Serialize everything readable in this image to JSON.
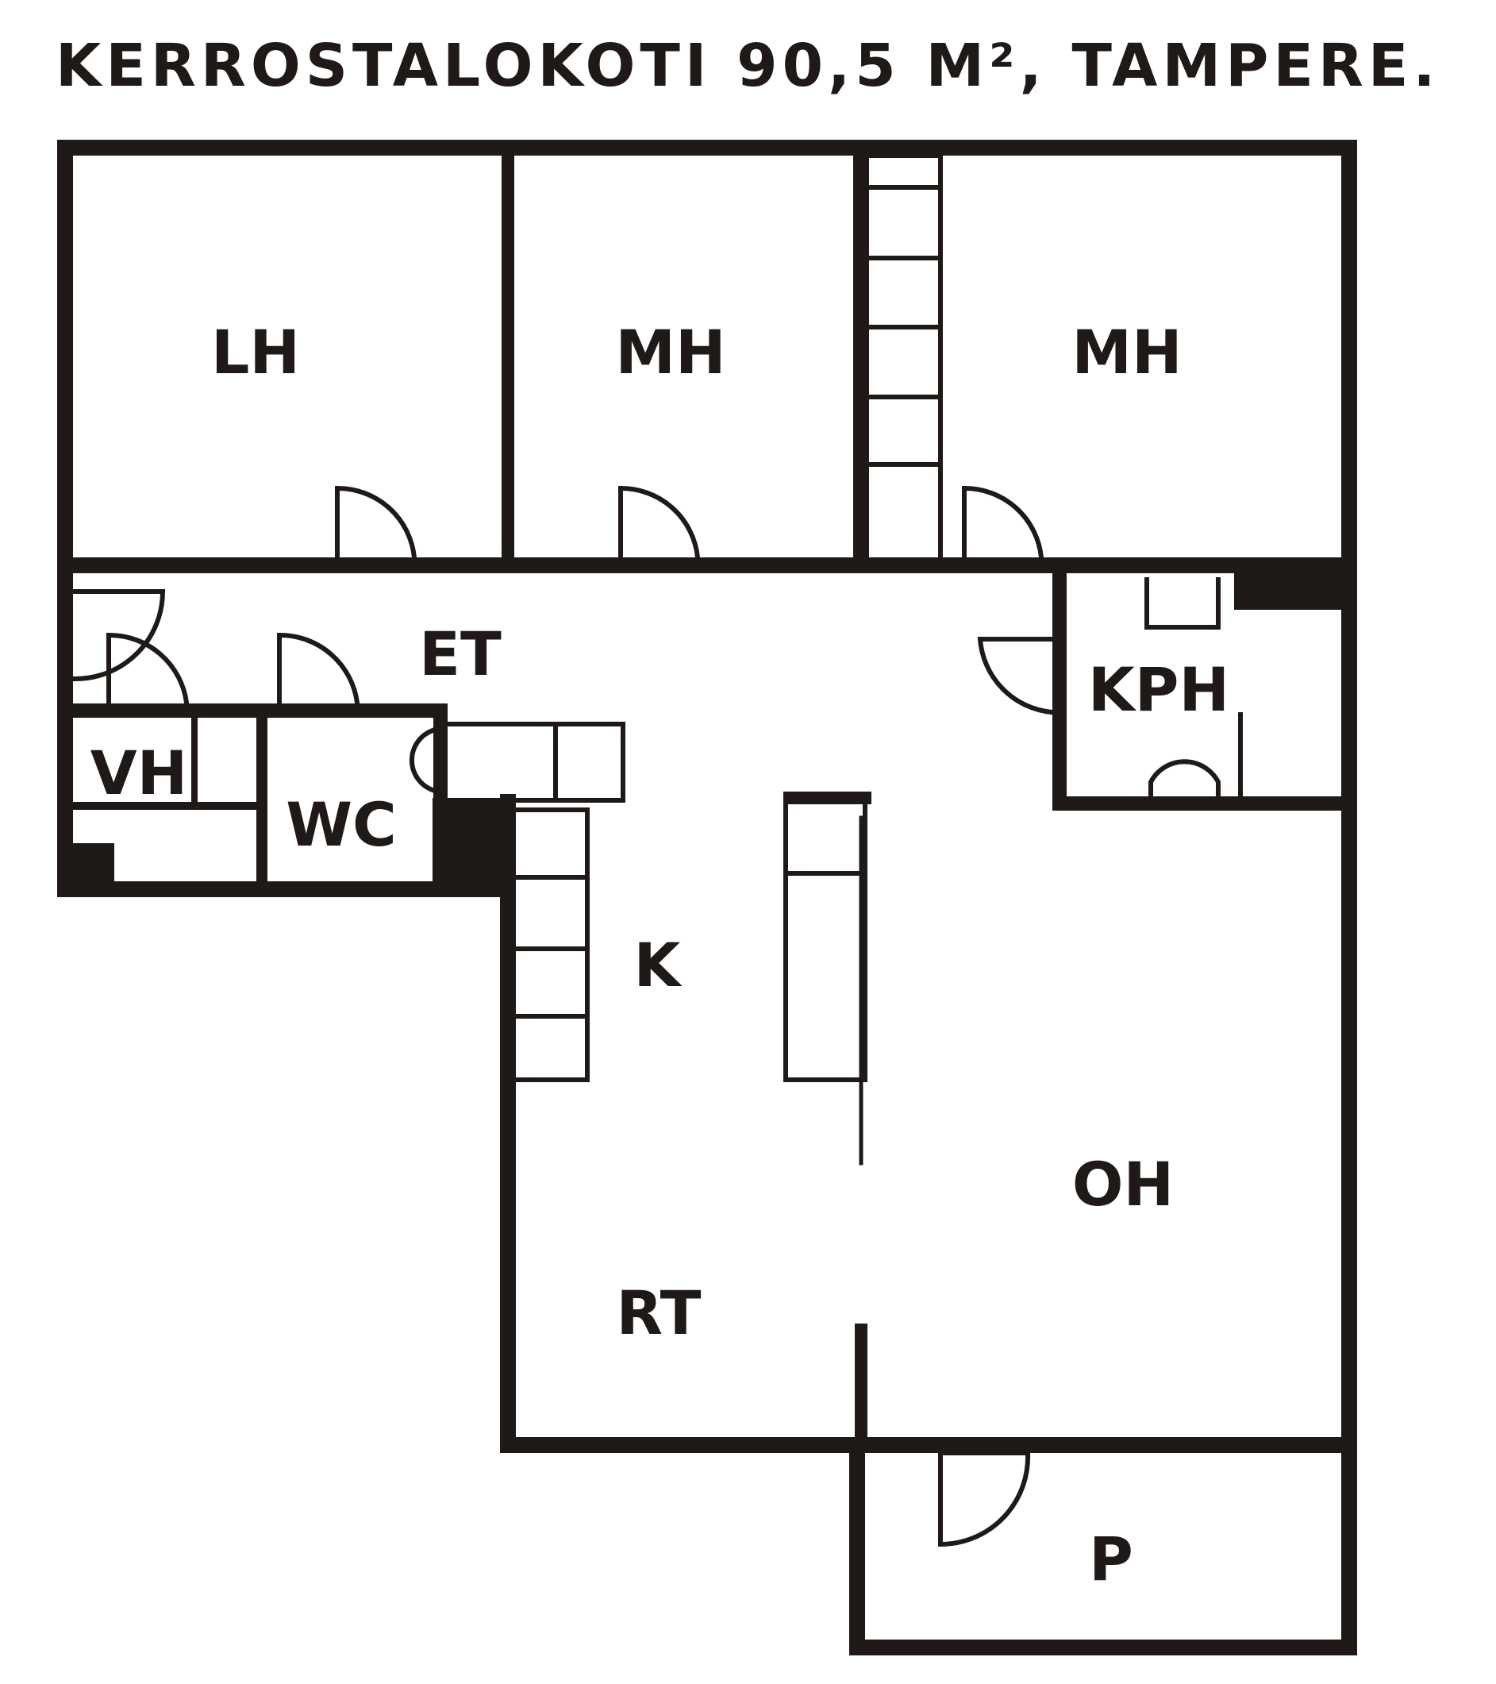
{
  "title": "KERROSTALOKOTI 90,5 M², TAMPERE.",
  "colors": {
    "ink": "#1f1a17",
    "background": "#ffffff"
  },
  "rooms": {
    "lh": "LH",
    "mh1": "MH",
    "mh2": "MH",
    "et": "ET",
    "kph": "KPH",
    "vh": "VH",
    "wc": "WC",
    "k": "K",
    "oh": "OH",
    "rt": "RT",
    "p": "P"
  }
}
